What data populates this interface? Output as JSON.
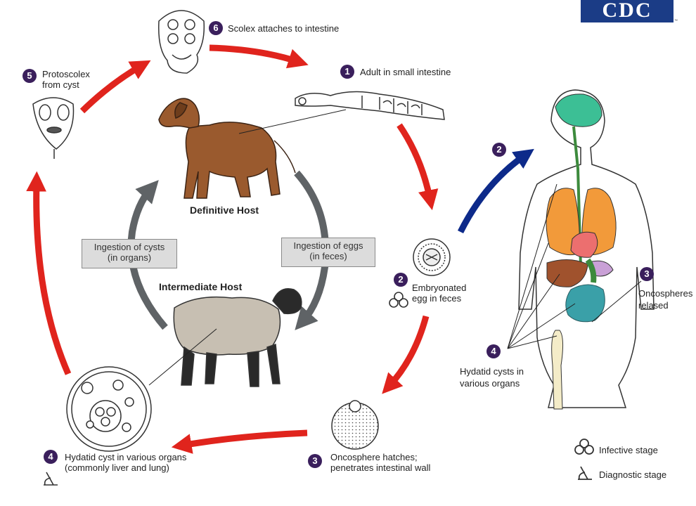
{
  "logo": {
    "text": "CDC",
    "tm": "™"
  },
  "stages": [
    {
      "number": "1",
      "label": "Adult in small intestine"
    },
    {
      "number": "2",
      "label": "Embryonated egg in feces"
    },
    {
      "number": "3",
      "label": "Oncosphere hatches; penetrates intestinal wall"
    },
    {
      "number": "4",
      "label": "Hydatid cyst in various organs (commonly liver and lung)"
    },
    {
      "number": "5",
      "label": "Protoscolex from cyst"
    },
    {
      "number": "6",
      "label": "Scolex attaches to intestine"
    }
  ],
  "hosts": {
    "definitive": "Definitive Host",
    "intermediate": "Intermediate Host"
  },
  "boxes": {
    "cysts": {
      "line1": "Ingestion of cysts",
      "line2": "(in organs)"
    },
    "eggs": {
      "line1": "Ingestion of eggs",
      "line2": "(in feces)"
    }
  },
  "human": {
    "ingestion_number": "2",
    "oncospheres": {
      "number": "3",
      "line1": "Oncospheres",
      "line2": "relased"
    },
    "hydatid": {
      "number": "4",
      "line1": "Hydatid cysts in",
      "line2": "various organs"
    }
  },
  "legend": {
    "infective": "Infective stage",
    "diagnostic": "Diagnostic stage"
  },
  "colors": {
    "arrow_red": "#e0241d",
    "arrow_blue": "#0d2a8a",
    "arrow_gray": "#5f6366",
    "badge": "#3a1f5c",
    "box": "#dcdcdc"
  }
}
